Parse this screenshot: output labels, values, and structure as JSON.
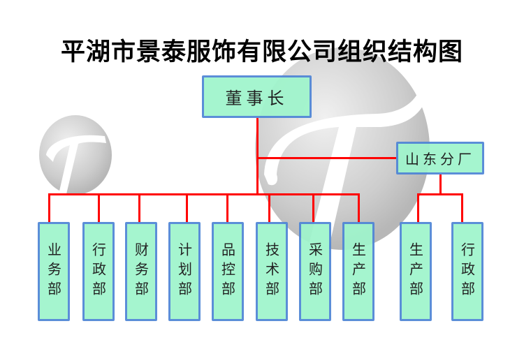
{
  "title": "平湖市景泰服饰有限公司组织结构图",
  "chairman": "董事长",
  "branch": "山东分厂",
  "departments": [
    "业务部",
    "行政部",
    "财务部",
    "计划部",
    "品控部",
    "技术部",
    "采购部",
    "生产部"
  ],
  "branch_departments": [
    "生产部",
    "行政部"
  ],
  "watermark": "T",
  "colors": {
    "box_fill": "#9ff5cc",
    "box_border": "#4f86d6",
    "connector": "#ff0000"
  }
}
